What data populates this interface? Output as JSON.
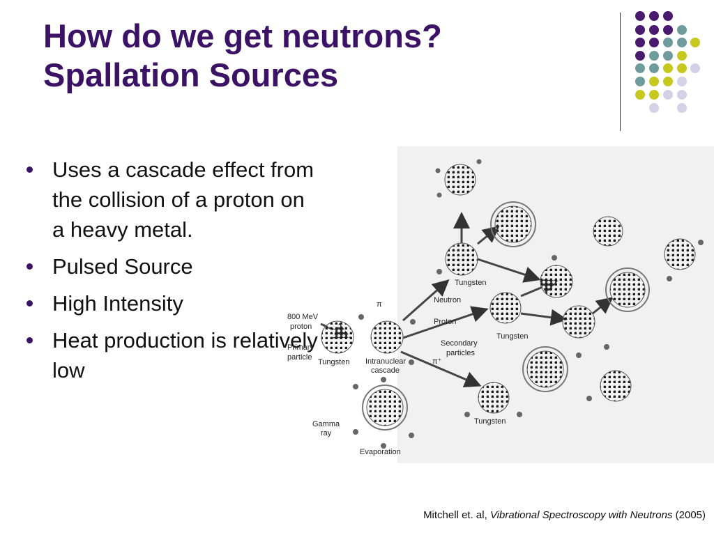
{
  "title": {
    "line1": "How do we get neutrons?",
    "line2": "Spallation Sources"
  },
  "bullets": [
    "Uses a cascade effect from the collision of a proton on a heavy metal.",
    "Pulsed Source",
    "High Intensity",
    "Heat production is relatively low"
  ],
  "figure": {
    "labels": {
      "beam": "800 MeV",
      "beam2": "proton",
      "primary": "Primary",
      "primary2": "particle",
      "tungsten": "Tungsten",
      "intranuclear": "Intranuclear",
      "cascade": "cascade",
      "neutron": "Neutron",
      "proton": "Proton",
      "secondary": "Secondary",
      "secondary2": "particles",
      "gamma": "Gamma",
      "ray": "ray",
      "evaporation": "Evaporation",
      "pi": "π",
      "pi_plus": "π⁺"
    }
  },
  "citation": {
    "authors": "Mitchell et. al,",
    "book": "Vibrational Spectroscopy with Neutrons",
    "year": "(2005)"
  },
  "colors": {
    "title": "#3b1266",
    "purple": "#4a1a6e",
    "teal": "#6e9c9c",
    "lime": "#c6c81e",
    "lavender": "#d4d0e6"
  }
}
